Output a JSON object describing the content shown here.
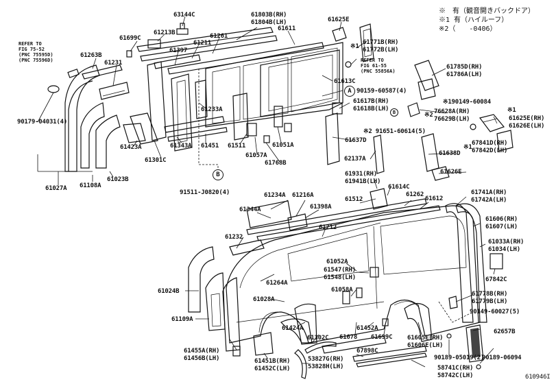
{
  "notes": [
    "※　有（観音開きバックドア）",
    "※1 有（ハイルーフ）",
    "※2（　　-0406）"
  ],
  "refs": [
    {
      "id": "ref-fig-75-52",
      "text": "REFER TO\nFIG 75-52\n(PNC 75595D)\n(PNC 75596D)"
    },
    {
      "id": "ref-fig-61-55",
      "text": "REFER TO\nFIG 61-55\n(PNC 55856A)"
    }
  ],
  "circles": {
    "a": "A",
    "b": "B"
  },
  "labels": {
    "p63144c": "63144C",
    "p61803b": "61803B(RH)",
    "p61804b": "61804B(LH)",
    "p61625e": "61625E",
    "p61699c_top": "61699C",
    "p61213b": "61213B",
    "p61261": "61261",
    "p61611": "61611",
    "p61211": "61211",
    "p61397": "61397",
    "p61771b": "61771B(RH)",
    "p61772b": "61772B(LH)",
    "star1_top": "※1",
    "p61263b": "61263B",
    "p61231": "61231",
    "p61785d": "61785D(RH)",
    "p61786a": "61786A(LH)",
    "p61613c": "61613C",
    "p90159": "90159-60587(4)",
    "p61233a": "61233A",
    "p61617b": "61617B(RH)",
    "p61618b": "61618B(LH)",
    "p90149_60084": "※190149-60084",
    "p76628a": "76628A(RH)",
    "p76629b": "76629B(LH)",
    "star2_mid": "※2",
    "star1_mid": "※1",
    "p61625e_rh": "61625E(RH)",
    "p61626e_lh": "61626E(LH)",
    "p90179": "90179-04031(4)",
    "p61423a": "61423A",
    "p61343a": "61343A",
    "p61451": "61451",
    "p61511": "61511",
    "p61051a": "61051A",
    "p61637d": "61637D",
    "p91651": "※2 91651-60614(5)",
    "p67841d": "67841D(RH)",
    "p67842d": "67842D(LH)",
    "star1_67841": "※1",
    "p61301c": "61301C",
    "p61057a": "61057A",
    "p61768b": "61768B",
    "p62137a": "62137A",
    "p61638d": "61638D",
    "p61027a": "61027A",
    "p61108a": "61108A",
    "p61023b": "61023B",
    "p91511": "91511-J0820(4)",
    "p61931": "61931(RH)",
    "p61941b": "61941B(LH)",
    "p61626e": "61626E",
    "p61614c": "61614C",
    "p61234a": "61234A",
    "p61216a": "61216A",
    "p61512": "61512",
    "p61262": "61262",
    "p61612": "61612",
    "p61741a": "61741A(RH)",
    "p61742a": "61742A(LH)",
    "p61344a": "61344A",
    "p61398a": "61398A",
    "p61606": "61606(RH)",
    "p61607": "61607(LH)",
    "p61212": "61212",
    "p61232": "61232",
    "p61033a": "61033A(RH)",
    "p61034": "61034(LH)",
    "p61052a": "61052A",
    "p61547": "61547(RH)",
    "p61548": "61548(LH)",
    "p67842c": "67842C",
    "p61264a": "61264A",
    "p61024b": "61024B",
    "p61058a": "61058A",
    "p61778b": "61778B(RH)",
    "p61779b": "61779B(LH)",
    "p61028a": "61028A",
    "p90149_60027": "90149-60027(5)",
    "p61109a": "61109A",
    "p61424a": "61424A",
    "p61452a": "61452A",
    "p62657b": "62657B",
    "p61678": "61678",
    "p61699c_bot": "61699C",
    "p61605e": "61605E(RH)",
    "p61606e": "61606E(LH)",
    "p61455a": "61455A(RH)",
    "p61456b": "61456B(LH)",
    "p61302c": "61302C",
    "p90189_05019": "90189-05019(2)",
    "p90189_06094": "90189-06094",
    "p61451b": "61451B(RH)",
    "p61452c": "61452C(LH)",
    "p53827g": "53827G(RH)",
    "p53828h": "53828H(LH)",
    "p67898c": "67898C",
    "p58741c": "58741C(RH)",
    "p58742c": "58742C(LH)",
    "figure_no": "610946I"
  }
}
